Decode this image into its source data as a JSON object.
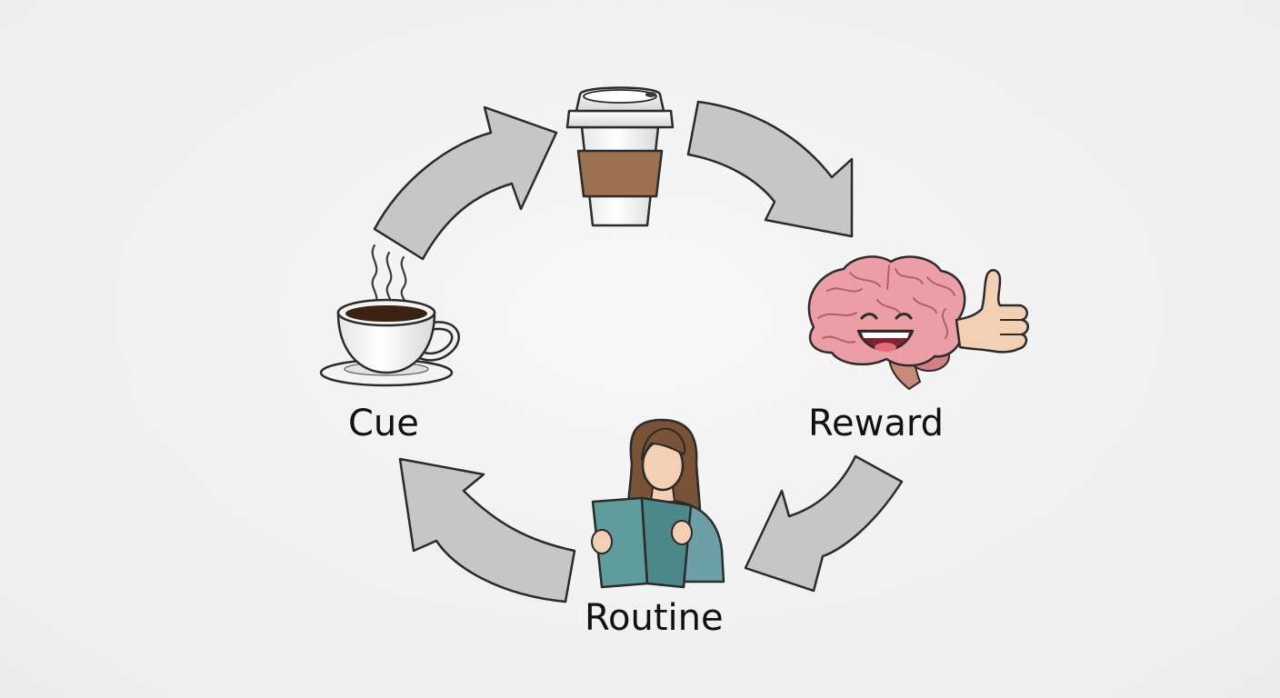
{
  "labels": {
    "cue": "Cue",
    "reward": "Reward",
    "routine": "Routine"
  },
  "colors": {
    "background": "#efefef",
    "arrow_fill": "#c6c6c6",
    "arrow_stroke": "#2b2b2b",
    "coffee": "#3b2212",
    "sleeve": "#9b7150",
    "brain": "#ec9ea7",
    "skin": "#f3cfb3",
    "hair": "#7a5236",
    "book": "#5f9c9c",
    "sweater": "#6aa0a6"
  },
  "icons": {
    "cue": "steaming-coffee-cup-icon",
    "craving": "takeaway-coffee-cup-icon",
    "reward": "happy-brain-thumbs-up-icon",
    "routine": "person-reading-book-icon"
  }
}
